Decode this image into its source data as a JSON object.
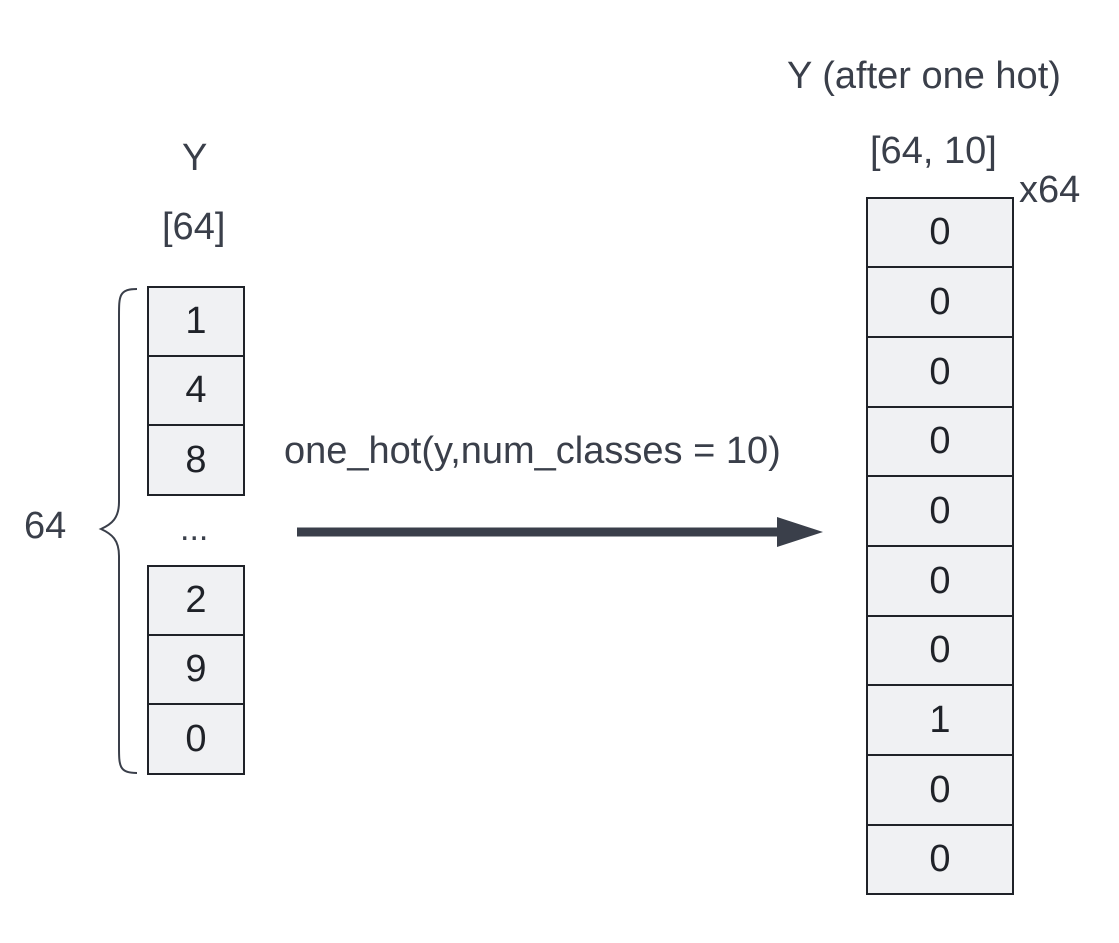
{
  "left": {
    "title": "Y",
    "shape": "[64]",
    "count_label": "64",
    "top_values": [
      "1",
      "4",
      "8"
    ],
    "ellipsis": "...",
    "bottom_values": [
      "2",
      "9",
      "0"
    ]
  },
  "arrow": {
    "label": "one_hot(y,num_classes = 10)"
  },
  "right": {
    "title": "Y (after one hot)",
    "shape": "[64, 10]",
    "repeat": "x64",
    "values": [
      "0",
      "0",
      "0",
      "0",
      "0",
      "0",
      "0",
      "1",
      "0",
      "0"
    ]
  }
}
